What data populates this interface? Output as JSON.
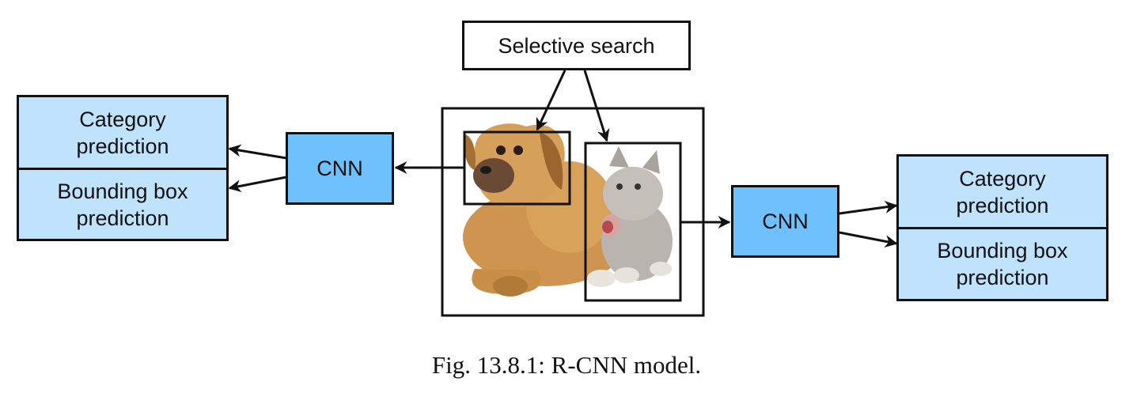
{
  "diagram": {
    "selective_search": "Selective search",
    "cnn_left": "CNN",
    "cnn_right": "CNN",
    "left_outputs": {
      "category": "Category\nprediction",
      "bbox": "Bounding box\nprediction"
    },
    "right_outputs": {
      "category": "Category\nprediction",
      "bbox": "Bounding box\nprediction"
    },
    "colors": {
      "cnn": "#6ec1fc",
      "prediction": "#bfe2fd",
      "dog_fur": "#d19a52",
      "cat_fur": "#b7b3ad"
    }
  },
  "caption": "Fig. 13.8.1: R-CNN model."
}
